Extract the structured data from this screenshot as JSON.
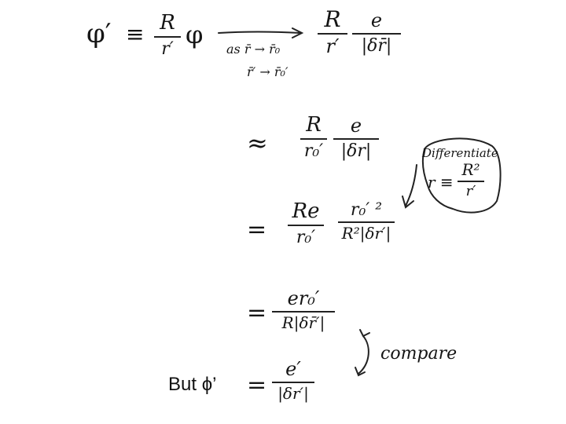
{
  "line1": {
    "lhs": "φ′",
    "eq": "≡",
    "frac1_num": "R",
    "frac1_den": "r′",
    "phi": "φ",
    "arrow_cond1": "as r̄ → r̄₀",
    "arrow_cond2": "r̄′ → r̄₀′",
    "frac2_num": "R",
    "frac2_den": "r′",
    "frac3_num": "e",
    "frac3_den": "|δr̄|"
  },
  "line2": {
    "op": "≈",
    "frac1_num": "R",
    "frac1_den": "r₀′",
    "frac2_num": "e",
    "frac2_den": "|δr|"
  },
  "note": {
    "title": "Differentiate",
    "lhs": "r ≡",
    "frac_num": "R²",
    "frac_den": "r′"
  },
  "line3": {
    "op": "=",
    "frac1_num": "Re",
    "frac1_den": "r₀′",
    "frac2_num": "r₀′ ²",
    "frac2_den": "R²|δr′|"
  },
  "line4": {
    "op": "=",
    "frac_num": "er₀′",
    "frac_den": "R|δr̄′|"
  },
  "line5": {
    "label": "But ϕ’",
    "op": "=",
    "frac_num": "e′",
    "frac_den": "|δr′|"
  },
  "compare_label": "compare"
}
